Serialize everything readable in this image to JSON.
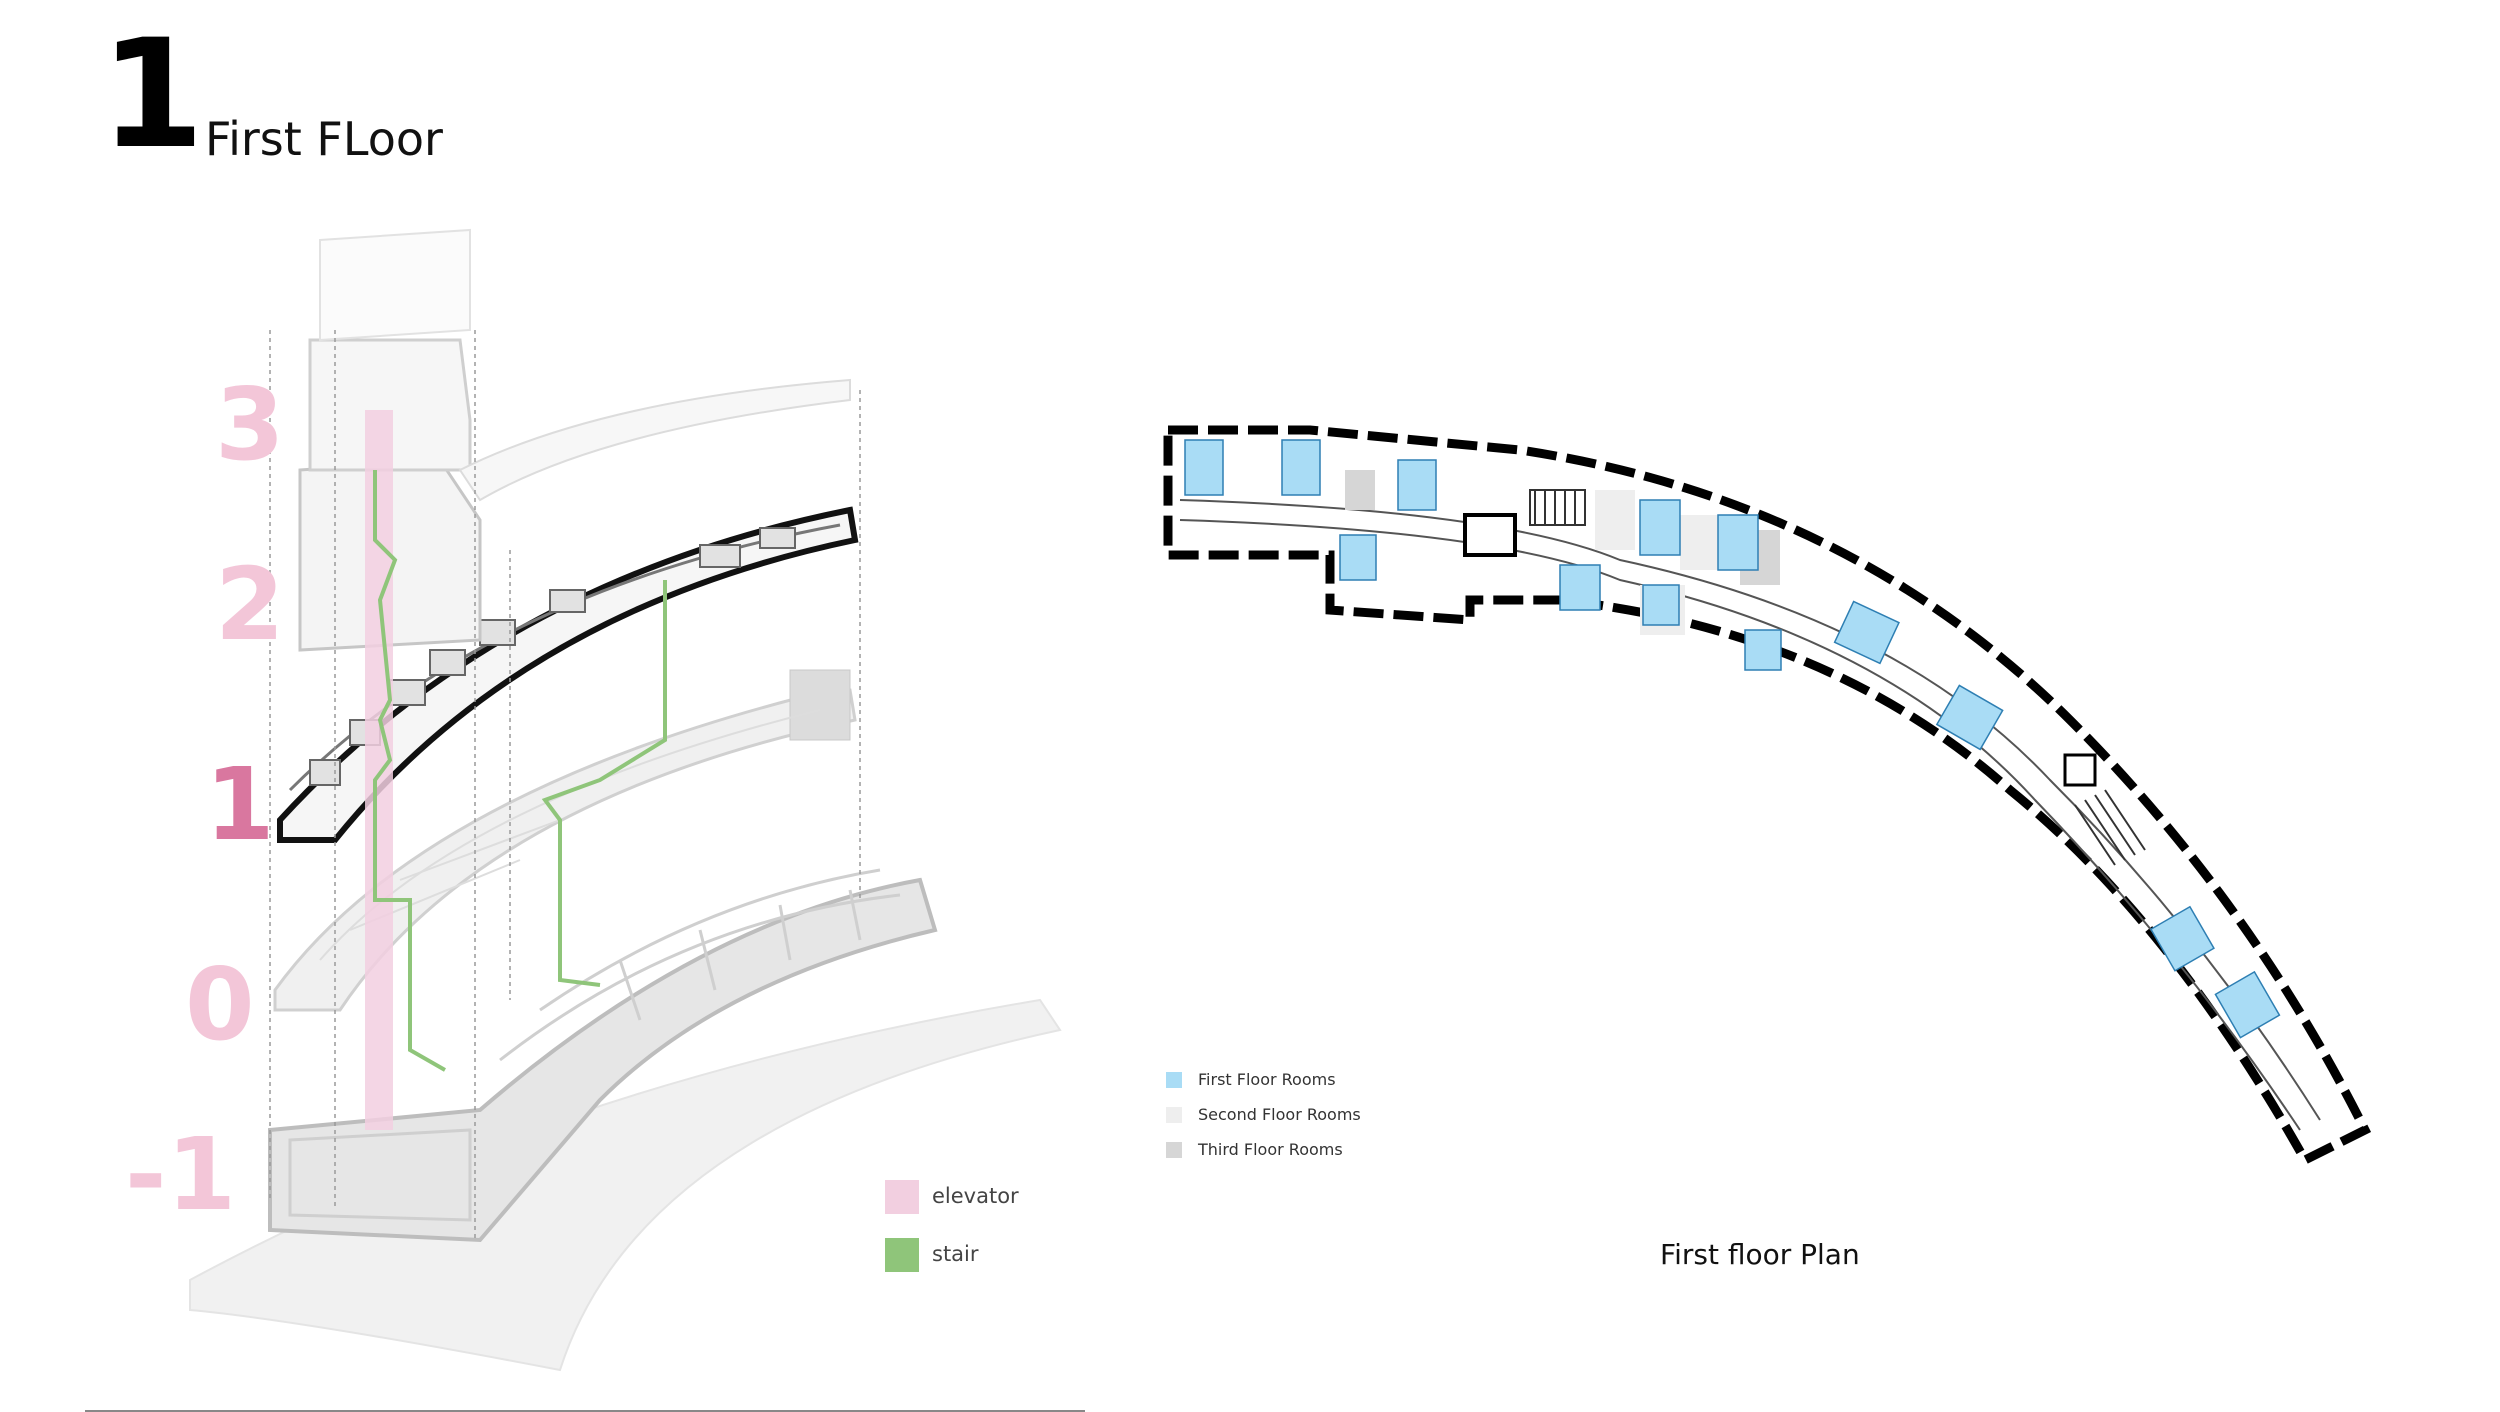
{
  "header": {
    "number": "1",
    "title": "First FLoor"
  },
  "levels": [
    {
      "label": "3",
      "color": "#f3c6d8"
    },
    {
      "label": "2",
      "color": "#f3c6d8"
    },
    {
      "label": "1",
      "color": "#d9779f"
    },
    {
      "label": "0",
      "color": "#f3c6d8"
    },
    {
      "label": "-1",
      "color": "#f3c6d8"
    }
  ],
  "axon_legend": [
    {
      "label": "elevator",
      "color": "#f2cfe0"
    },
    {
      "label": "stair",
      "color": "#8fc57a"
    }
  ],
  "plan_legend": [
    {
      "label": "First Floor Rooms",
      "color": "#a9dcf5"
    },
    {
      "label": "Second Floor Rooms",
      "color": "#eeeeee"
    },
    {
      "label": "Third Floor Rooms",
      "color": "#d6d6d6"
    }
  ],
  "plan_caption": "First floor Plan"
}
